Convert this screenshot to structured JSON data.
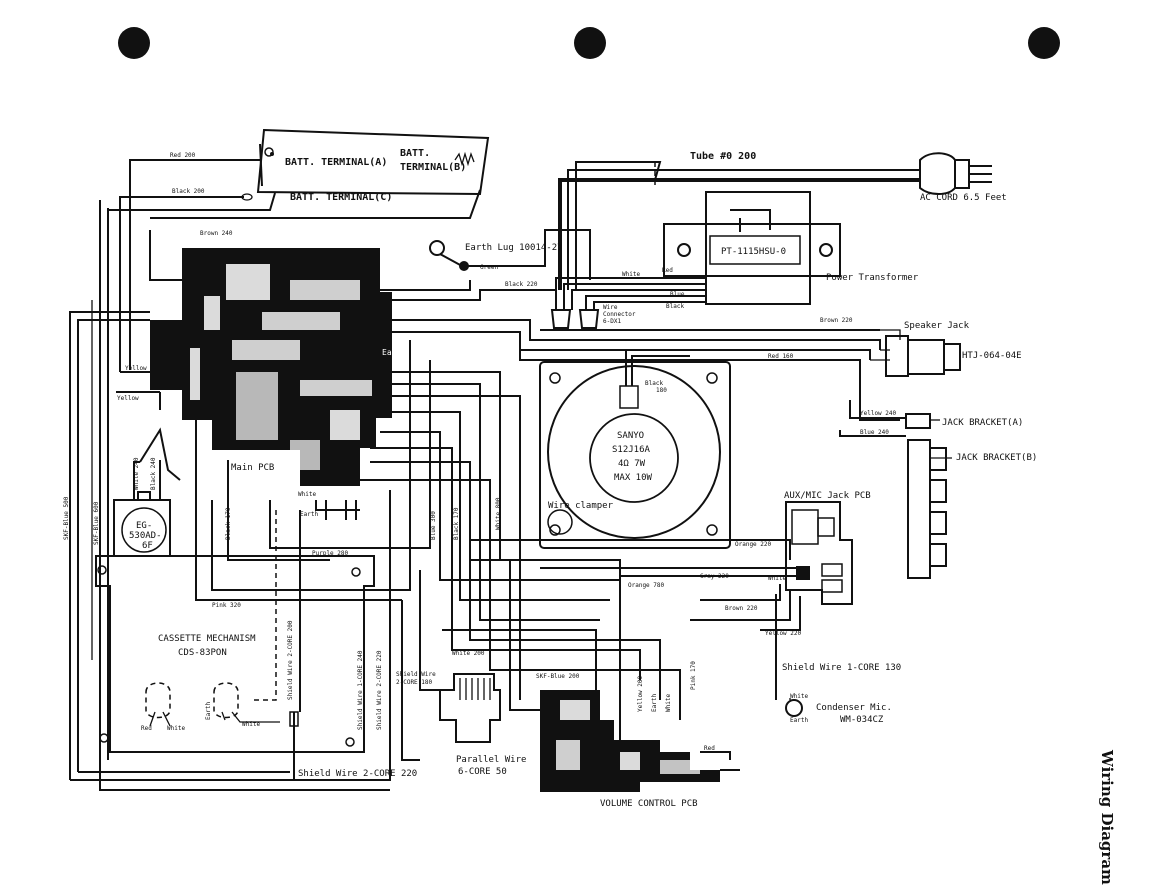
{
  "side_title": "Wiring Diagram",
  "components": {
    "batt_terminal_a": "BATT. TERMINAL(A)",
    "batt_terminal_b_1": "BATT.",
    "batt_terminal_b_2": "TERMINAL(B)",
    "batt_terminal_c": "BATT. TERMINAL(C)",
    "tube": "Tube #0 200",
    "ac_cord": "AC CORD 6.5 Feet",
    "earth_lug": "Earth Lug 10014-27",
    "power_transformer_model": "PT-1115HSU-0",
    "power_transformer": "Power Transformer",
    "wire_connector_1": "Wire",
    "wire_connector_2": "Connector",
    "wire_connector_3": "6-DX1",
    "speaker_jack": "Speaker Jack",
    "speaker_jack_model": "HTJ-064-04E",
    "jack_bracket_a": "JACK BRACKET(A)",
    "jack_bracket_b": "JACK BRACKET(B)",
    "speaker_line1": "SANYO",
    "speaker_line2": "S12J16A",
    "speaker_line3": "4Ω 7W",
    "speaker_line4": "MAX 10W",
    "wire_clamper": "Wire clamper",
    "main_pcb": "Main PCB",
    "motor_1": "EG-",
    "motor_2": "530AD-",
    "motor_3": "6F",
    "aux_mic_pcb": "AUX/MIC Jack PCB",
    "cassette_1": "CASSETTE MECHANISM",
    "cassette_2": "CDS-83PON",
    "parallel_wire_1": "Parallel Wire",
    "parallel_wire_2": "6-CORE 50",
    "volume_pcb": "VOLUME CONTROL PCB",
    "shield_1core_130": "Shield Wire 1-CORE 130",
    "shield_2core_220": "Shield Wire 2-CORE 220",
    "condenser_mic_1": "Condenser Mic.",
    "condenser_mic_2": "WM-034CZ"
  },
  "wire_labels": {
    "red_200": "Red 200",
    "black_200": "Black 200",
    "brown_240": "Brown 240",
    "green": "Green",
    "black_220": "Black 220",
    "white": "White",
    "red": "Red",
    "blue": "Blue",
    "black": "Black",
    "brown_220": "Brown 220",
    "red_160": "Red 160",
    "black_180_1": "Black",
    "black_180_2": "180",
    "yellow_240": "Yellow 240",
    "blue_240": "Blue 240",
    "yellow_1": "Yellow",
    "yellow_2": "Yellow",
    "earth_1": "Earth",
    "earth_2": "Earth",
    "white_240": "White 240",
    "black_240": "Black 240",
    "skf_blue_500": "SKF-Blue 500",
    "skf_blue_600": "SKF-Blue 600",
    "black_170": "Black 170",
    "white_main": "White",
    "purple_280": "Purple 280",
    "pink_320": "Pink 320",
    "blue_300": "Blue 300",
    "black_170b": "Black 170",
    "white_800": "White 800",
    "orange_220": "Orange 220",
    "gray_220": "Gray 220",
    "orange_780": "Orange 780",
    "white_aux": "White",
    "brown_220b": "Brown 220",
    "yellow_220": "Yellow 220",
    "shield_2core_200": "Shield Wire 2-CORE 200",
    "shield_1core_240": "Shield Wire 1-CORE 240",
    "shield_2core_220v": "Shield Wire 2-CORE 220",
    "white_200": "White 200",
    "shield_wire_1": "Shield Wire",
    "shield_wire_2": "2-CORE 180",
    "skf_blue_200": "SKF-Blue 200",
    "yellow_200": "Yellow 200",
    "earth_v": "Earth",
    "white_v": "White",
    "pink_170": "Pink 170",
    "red_left": "Red",
    "white_left": "White",
    "earth_left": "Earth",
    "white_left2": "White",
    "white_mic": "White",
    "earth_mic": "Earth",
    "red_vol": "Red"
  }
}
